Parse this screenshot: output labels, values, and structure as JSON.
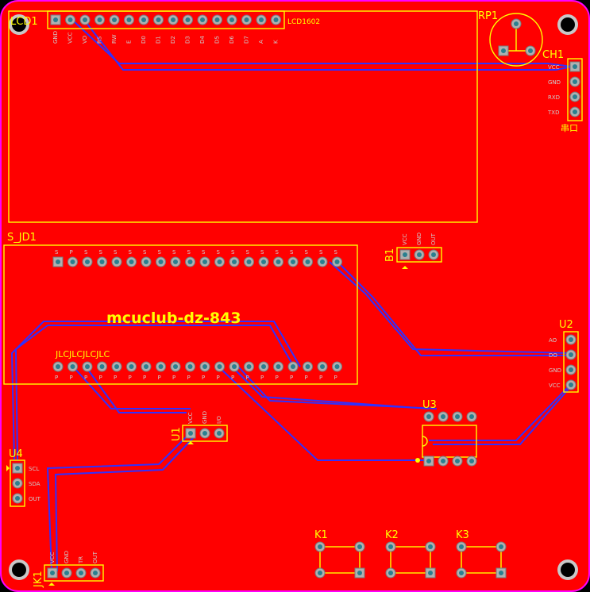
{
  "components": {
    "lcd1": {
      "ref": "LCD1",
      "name": "LCD1602",
      "pins": [
        "GND",
        "VCC",
        "VO",
        "RS",
        "RW",
        "E",
        "D0",
        "D1",
        "D2",
        "D3",
        "D4",
        "D5",
        "D6",
        "D7",
        "A",
        "K"
      ]
    },
    "rp1": {
      "ref": "RP1"
    },
    "ch1": {
      "ref": "CH1",
      "name": "串口",
      "pins": [
        "VCC",
        "GND",
        "RXD",
        "TXD"
      ]
    },
    "s_jd1": {
      "ref": "S_JD1",
      "title": "mcuclub-dz-843",
      "marking": "JLCJLCJLCJLC",
      "top_pins": [
        "S",
        "P",
        "S",
        "S",
        "S",
        "S",
        "S",
        "S",
        "S",
        "S",
        "S",
        "S",
        "S",
        "S",
        "S",
        "S",
        "S",
        "S",
        "S",
        "S"
      ],
      "bottom_pins": [
        "P",
        "P",
        "P",
        "P",
        "P",
        "P",
        "P",
        "P",
        "P",
        "P",
        "P",
        "P",
        "P",
        "P",
        "P",
        "P",
        "P",
        "P",
        "P",
        "P"
      ]
    },
    "b1": {
      "ref": "B1",
      "pins": [
        "VCC",
        "GND",
        "OUT"
      ]
    },
    "u2": {
      "ref": "U2",
      "pins": [
        "AO",
        "DO",
        "GND",
        "VCC"
      ]
    },
    "u3": {
      "ref": "U3"
    },
    "u1": {
      "ref": "U1",
      "pins": [
        "VCC",
        "GND",
        "I/O"
      ]
    },
    "u4": {
      "ref": "U4",
      "pins": [
        "SCL",
        "SDA",
        "OUT"
      ]
    },
    "jk1": {
      "ref": "JK1",
      "pins": [
        "VCC",
        "GND",
        "TR",
        "OUT"
      ]
    },
    "k1": {
      "ref": "K1"
    },
    "k2": {
      "ref": "K2"
    },
    "k3": {
      "ref": "K3"
    }
  },
  "colors": {
    "board": "#ff0000",
    "outline": "#ff00ff",
    "silkscreen": "#ffff00",
    "trace": "#3030ff",
    "pad": "#b0b0b0",
    "hole": "#2a7f8f"
  }
}
